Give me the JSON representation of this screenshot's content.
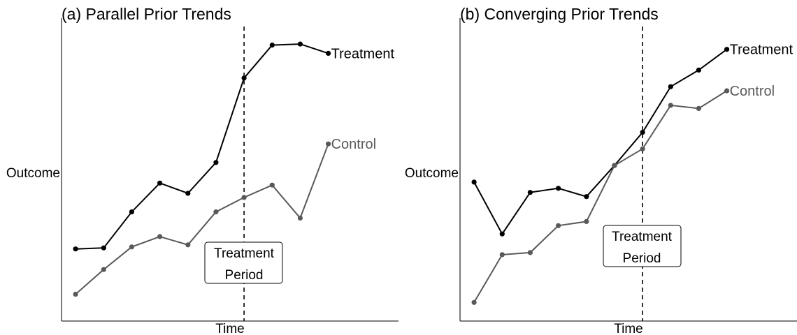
{
  "chart_data": [
    {
      "type": "line",
      "title": "(a) Parallel Prior Trends",
      "xlabel": "Time",
      "ylabel": "Outcome",
      "x": [
        1,
        2,
        3,
        4,
        5,
        6,
        7,
        8,
        9,
        10
      ],
      "treatment_start": 7,
      "annotation_lines": [
        "Treatment",
        "Period"
      ],
      "series": [
        {
          "name": "Treatment",
          "color": "#000000",
          "values": [
            3.5,
            3.55,
            5.3,
            6.7,
            6.2,
            7.7,
            11.8,
            13.4,
            13.45,
            13.0
          ]
        },
        {
          "name": "Control",
          "color": "#595959",
          "values": [
            1.3,
            2.5,
            3.6,
            4.1,
            3.7,
            5.3,
            6.0,
            6.6,
            5.0,
            8.6
          ]
        }
      ],
      "ylim": [
        0,
        14.3
      ],
      "xlim": [
        0.5,
        12.5
      ],
      "grid": false
    },
    {
      "type": "line",
      "title": "(b) Converging Prior Trends",
      "xlabel": "Time",
      "ylabel": "Outcome",
      "x": [
        1,
        2,
        3,
        4,
        5,
        6,
        7,
        8,
        9,
        10
      ],
      "treatment_start": 7,
      "annotation_lines": [
        "Treatment",
        "Period"
      ],
      "series": [
        {
          "name": "Treatment",
          "color": "#000000",
          "values": [
            6.7,
            4.2,
            6.2,
            6.4,
            6.0,
            7.5,
            9.1,
            11.3,
            12.1,
            13.1
          ]
        },
        {
          "name": "Control",
          "color": "#595959",
          "values": [
            0.9,
            3.2,
            3.3,
            4.6,
            4.8,
            7.5,
            8.3,
            10.4,
            10.25,
            11.1
          ]
        }
      ],
      "ylim": [
        0,
        14.2
      ],
      "xlim": [
        0.5,
        12.5
      ],
      "grid": false
    }
  ]
}
